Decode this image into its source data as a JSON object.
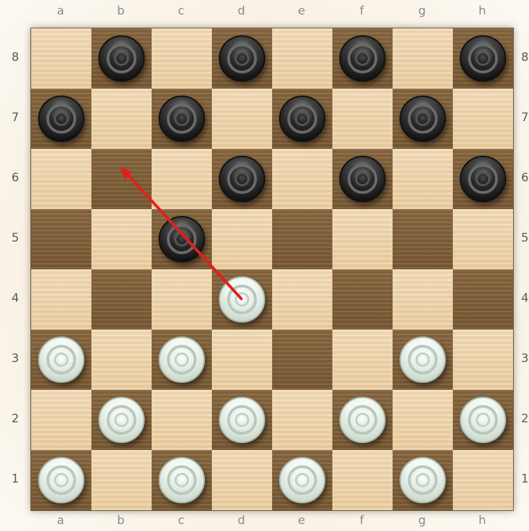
{
  "board": {
    "files": [
      "a",
      "b",
      "c",
      "d",
      "e",
      "f",
      "g",
      "h"
    ],
    "ranks": [
      "8",
      "7",
      "6",
      "5",
      "4",
      "3",
      "2",
      "1"
    ],
    "light_square_color": "#e8cb9d",
    "dark_square_color": "#7a5b36"
  },
  "pieces": [
    {
      "square": "b8",
      "color": "black"
    },
    {
      "square": "d8",
      "color": "black"
    },
    {
      "square": "f8",
      "color": "black"
    },
    {
      "square": "h8",
      "color": "black"
    },
    {
      "square": "a7",
      "color": "black"
    },
    {
      "square": "c7",
      "color": "black"
    },
    {
      "square": "e7",
      "color": "black"
    },
    {
      "square": "g7",
      "color": "black"
    },
    {
      "square": "d6",
      "color": "black"
    },
    {
      "square": "f6",
      "color": "black"
    },
    {
      "square": "h6",
      "color": "black"
    },
    {
      "square": "c5",
      "color": "black"
    },
    {
      "square": "d4",
      "color": "white"
    },
    {
      "square": "a3",
      "color": "white"
    },
    {
      "square": "c3",
      "color": "white"
    },
    {
      "square": "g3",
      "color": "white"
    },
    {
      "square": "b2",
      "color": "white"
    },
    {
      "square": "d2",
      "color": "white"
    },
    {
      "square": "f2",
      "color": "white"
    },
    {
      "square": "h2",
      "color": "white"
    },
    {
      "square": "a1",
      "color": "white"
    },
    {
      "square": "c1",
      "color": "white"
    },
    {
      "square": "e1",
      "color": "white"
    },
    {
      "square": "g1",
      "color": "white"
    }
  ],
  "move_arrow": {
    "from": "d4",
    "to": "b6",
    "color": "#e0201a"
  }
}
